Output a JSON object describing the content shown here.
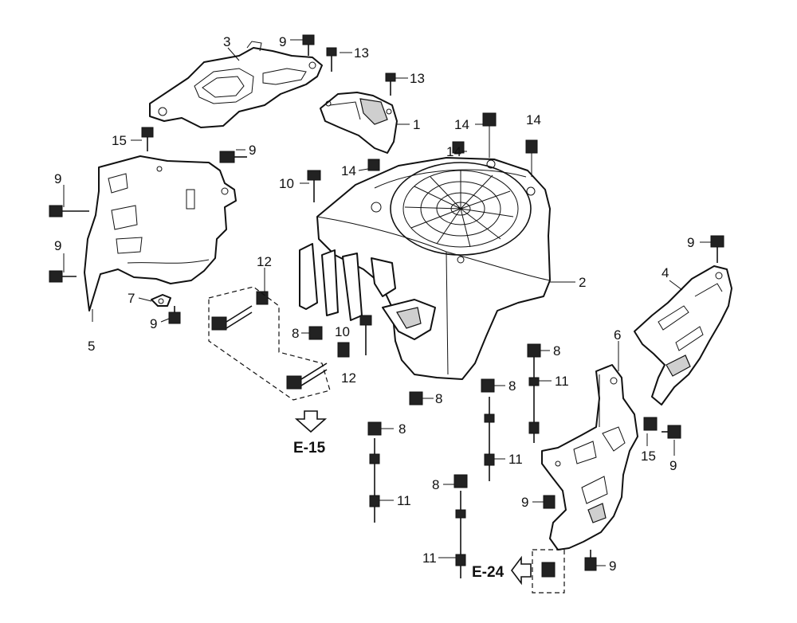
{
  "callouts": [
    {
      "id": "c3",
      "text": "3"
    },
    {
      "id": "c9a",
      "text": "9"
    },
    {
      "id": "c13a",
      "text": "13"
    },
    {
      "id": "c13b",
      "text": "13"
    },
    {
      "id": "c1",
      "text": "1"
    },
    {
      "id": "c15a",
      "text": "15"
    },
    {
      "id": "c9b",
      "text": "9"
    },
    {
      "id": "c14a",
      "text": "14"
    },
    {
      "id": "c14b",
      "text": "14"
    },
    {
      "id": "c14c",
      "text": "14"
    },
    {
      "id": "c14d",
      "text": "14"
    },
    {
      "id": "c10a",
      "text": "10"
    },
    {
      "id": "c9c",
      "text": "9"
    },
    {
      "id": "c9d",
      "text": "9"
    },
    {
      "id": "c2",
      "text": "2"
    },
    {
      "id": "c12a",
      "text": "12"
    },
    {
      "id": "c9e",
      "text": "9"
    },
    {
      "id": "c4",
      "text": "4"
    },
    {
      "id": "c7",
      "text": "7"
    },
    {
      "id": "c9f",
      "text": "9"
    },
    {
      "id": "c5",
      "text": "5"
    },
    {
      "id": "c8a",
      "text": "8"
    },
    {
      "id": "c10b",
      "text": "10"
    },
    {
      "id": "c12b",
      "text": "12"
    },
    {
      "id": "c8b",
      "text": "8"
    },
    {
      "id": "c6",
      "text": "6"
    },
    {
      "id": "c11a",
      "text": "11"
    },
    {
      "id": "c8c",
      "text": "8"
    },
    {
      "id": "c8d",
      "text": "8"
    },
    {
      "id": "c8e",
      "text": "8"
    },
    {
      "id": "c15b",
      "text": "15"
    },
    {
      "id": "c9g",
      "text": "9"
    },
    {
      "id": "c11b",
      "text": "11"
    },
    {
      "id": "c9h",
      "text": "9"
    },
    {
      "id": "c11c",
      "text": "11"
    },
    {
      "id": "c8f",
      "text": "8"
    },
    {
      "id": "c11d",
      "text": "11"
    },
    {
      "id": "c9i",
      "text": "9"
    }
  ],
  "references": {
    "e15": "E-15",
    "e24": "E-24"
  }
}
